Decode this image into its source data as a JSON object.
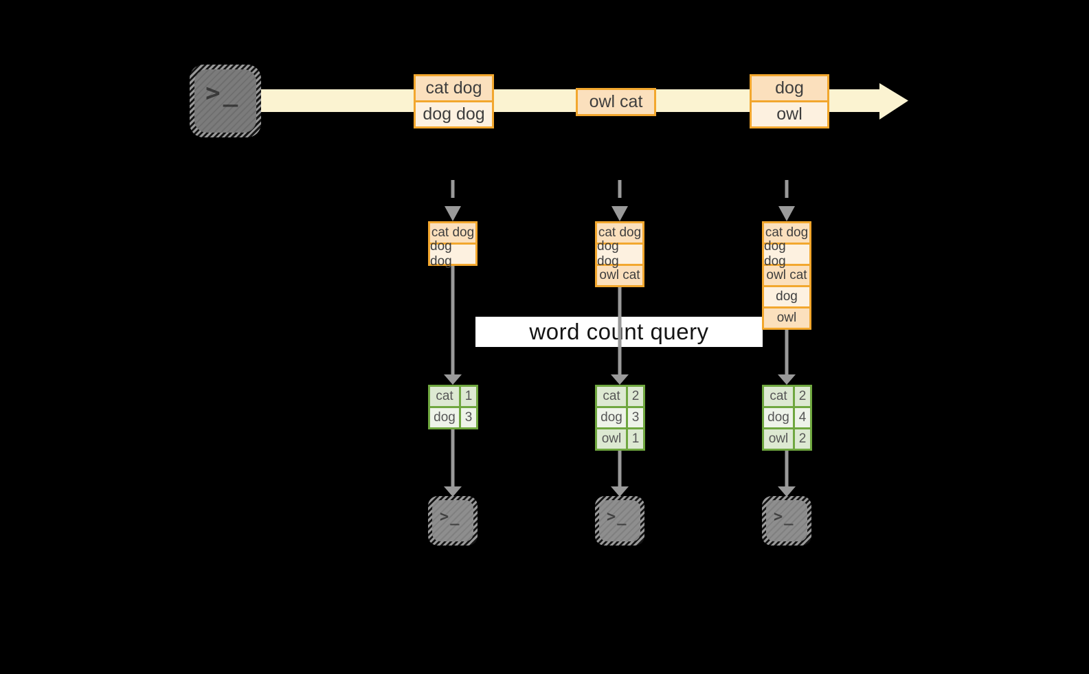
{
  "banner": {
    "label": "word count query"
  },
  "timeline": {
    "source_icon": ">_",
    "events": [
      {
        "lines": [
          "cat dog",
          "dog dog"
        ]
      },
      {
        "lines": [
          "owl cat"
        ]
      },
      {
        "lines": [
          "dog",
          "owl"
        ]
      }
    ]
  },
  "columns": [
    {
      "buffer": [
        "cat dog",
        "dog dog"
      ],
      "counts": [
        {
          "word": "cat",
          "value": "1"
        },
        {
          "word": "dog",
          "value": "3"
        }
      ],
      "sink_icon": ">_"
    },
    {
      "buffer": [
        "cat dog",
        "dog dog",
        "owl cat"
      ],
      "counts": [
        {
          "word": "cat",
          "value": "2"
        },
        {
          "word": "dog",
          "value": "3"
        },
        {
          "word": "owl",
          "value": "1"
        }
      ],
      "sink_icon": ">_"
    },
    {
      "buffer": [
        "cat dog",
        "dog dog",
        "owl cat",
        "dog",
        "owl"
      ],
      "counts": [
        {
          "word": "cat",
          "value": "2"
        },
        {
          "word": "dog",
          "value": "4"
        },
        {
          "word": "owl",
          "value": "2"
        }
      ],
      "sink_icon": ">_"
    }
  ],
  "colors": {
    "accent_orange": "#f2a72e",
    "peach_dark": "#fbe0bd",
    "peach_light": "#fdf1e0",
    "stream_cream": "#fbf3d1",
    "green_border": "#6fa73f",
    "green_dark": "#dde9d2",
    "green_light": "#eef3e9",
    "wire_gray": "#9a9a9a",
    "terminal_gray": "#7b7b7b",
    "banner_bg": "#ffffff",
    "background": "#000000"
  }
}
